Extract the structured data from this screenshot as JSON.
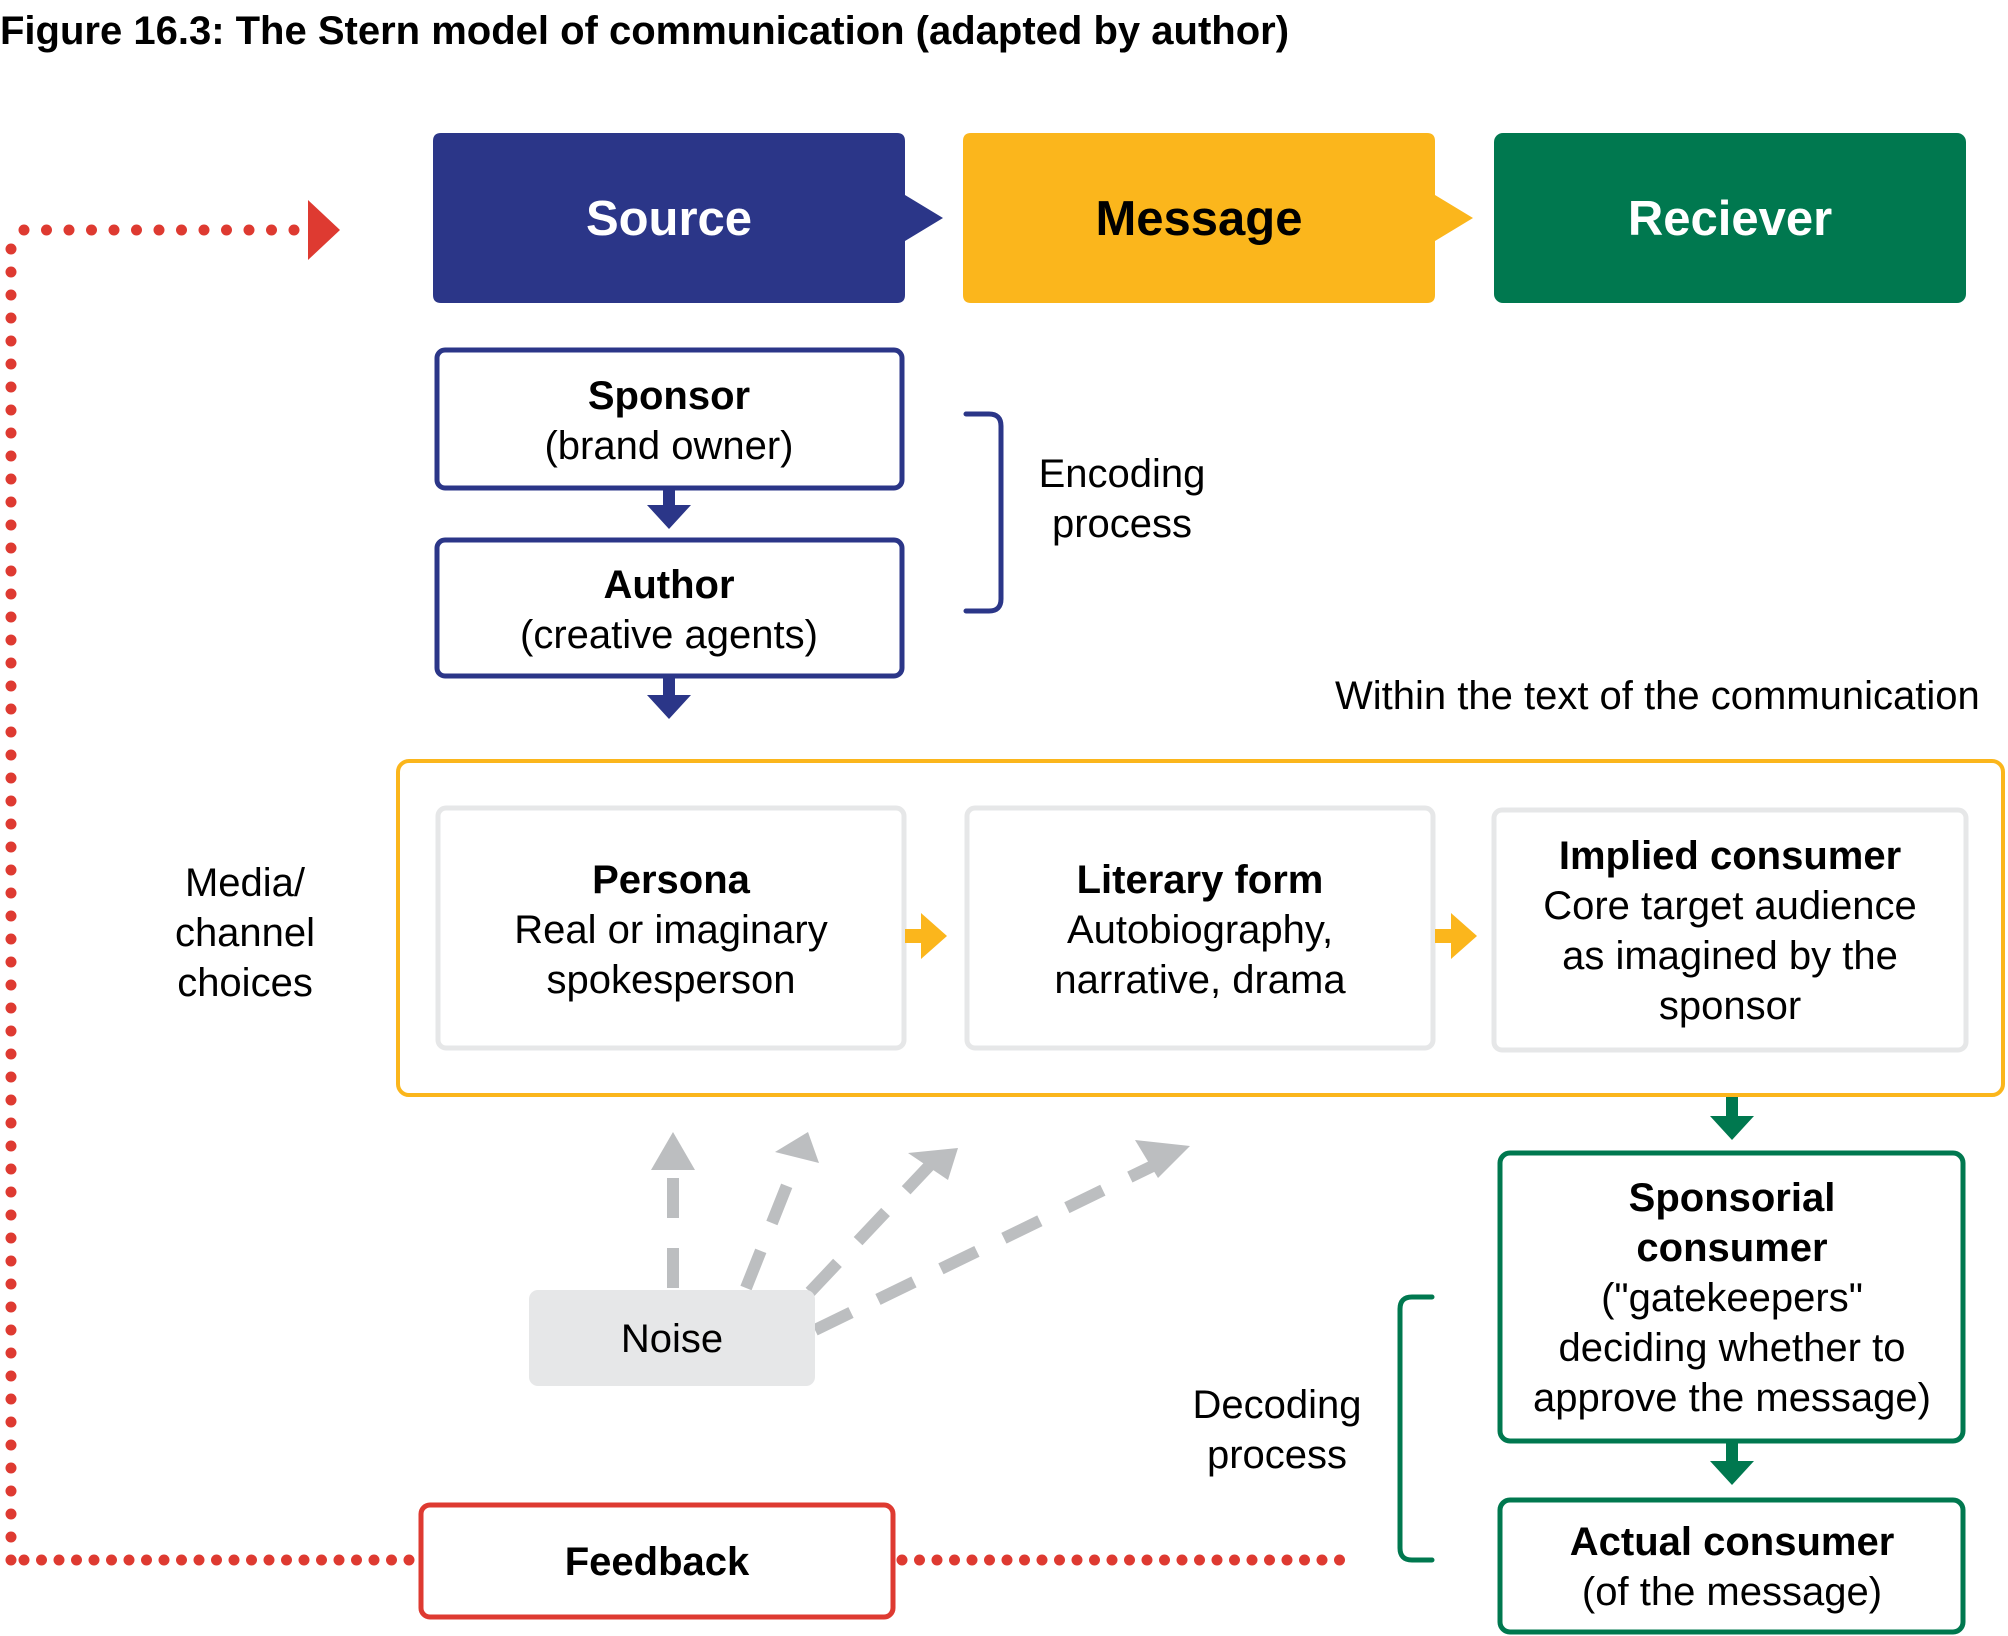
{
  "figure": {
    "title": "Figure 16.3: The Stern model of communication (adapted by author)"
  },
  "colors": {
    "source": "#2B3688",
    "message": "#FBB61C",
    "receiver": "#00784F",
    "feedback": "#DE3A31",
    "noise_fill": "#E6E7E8",
    "noise_arrow": "#BCBEC0",
    "inner_box_border": "#E6E7E8"
  },
  "header": {
    "source": "Source",
    "message": "Message",
    "receiver": "Reciever"
  },
  "encoding": {
    "sponsor": {
      "title": "Sponsor",
      "subtitle": "(brand owner)"
    },
    "author": {
      "title": "Author",
      "subtitle": "(creative agents)"
    },
    "label": [
      "Encoding",
      "process"
    ]
  },
  "text_section": {
    "label": "Within the text of the communication",
    "persona": {
      "title": "Persona",
      "lines": [
        "Real or imaginary",
        "spokesperson"
      ]
    },
    "literary_form": {
      "title": "Literary form",
      "lines": [
        "Autobiography,",
        "narrative, drama"
      ]
    },
    "implied_consumer": {
      "title": "Implied consumer",
      "lines": [
        "Core target audience",
        "as imagined by the",
        "sponsor"
      ]
    }
  },
  "media_label": [
    "Media/",
    "channel",
    "choices"
  ],
  "noise": {
    "label": "Noise"
  },
  "decoding": {
    "label": [
      "Decoding",
      "process"
    ],
    "sponsorial_consumer": {
      "title": [
        "Sponsorial",
        "consumer"
      ],
      "lines": [
        "(\"gatekeepers\"",
        "deciding whether to",
        "approve the message)"
      ]
    },
    "actual_consumer": {
      "title": "Actual consumer",
      "subtitle": "(of the message)"
    }
  },
  "feedback": {
    "label": "Feedback"
  }
}
